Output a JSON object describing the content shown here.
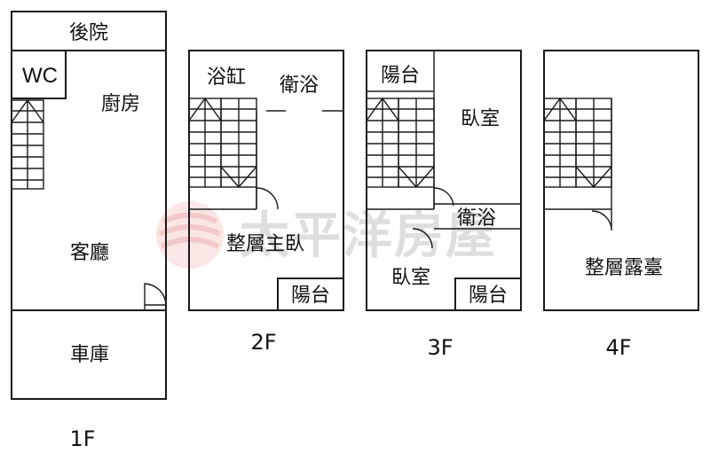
{
  "floors": {
    "f1": {
      "label": "1F",
      "rooms": {
        "backyard": "後院",
        "wc": "WC",
        "kitchen": "廚房",
        "living": "客廳",
        "garage": "車庫"
      }
    },
    "f2": {
      "label": "2F",
      "rooms": {
        "bathtub": "浴缸",
        "bath": "衛浴",
        "master": "整層主臥",
        "balcony": "陽台"
      }
    },
    "f3": {
      "label": "3F",
      "rooms": {
        "balcony_top": "陽台",
        "bedroom_top": "臥室",
        "bath": "衛浴",
        "bedroom_bottom": "臥室",
        "balcony_bottom": "陽台"
      }
    },
    "f4": {
      "label": "4F",
      "rooms": {
        "terrace": "整層露臺"
      }
    }
  },
  "watermark": {
    "text": "太平洋房屋",
    "colors": {
      "logo": "#e48a86",
      "text": "#9a9a9a"
    }
  }
}
